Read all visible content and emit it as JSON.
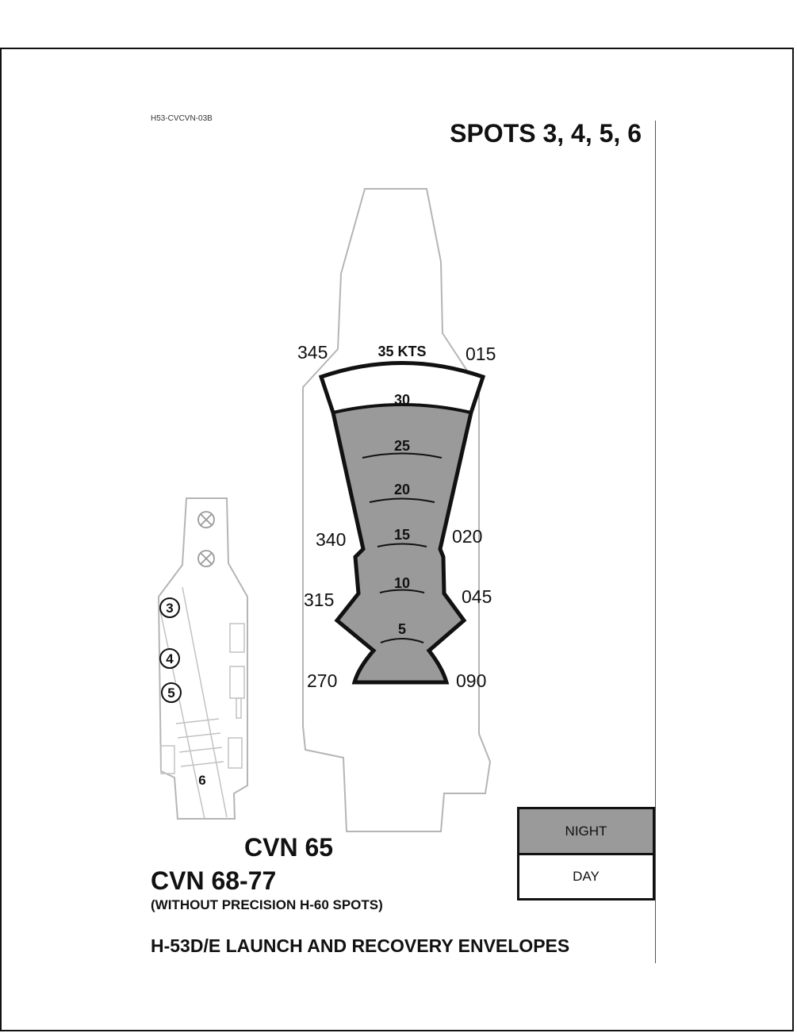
{
  "doc_code": "H53-CVCVN-03B",
  "spots_title": "SPOTS 3, 4, 5, 6",
  "ship_names": {
    "cvn65": "CVN 65",
    "cvn68_77": "CVN 68-77"
  },
  "note": "(WITHOUT PRECISION H-60 SPOTS)",
  "footer_title": "H-53D/E LAUNCH AND RECOVERY ENVELOPES",
  "legend": {
    "night": "NIGHT",
    "day": "DAY",
    "night_color": "#9a9a9a",
    "day_color": "#ffffff"
  },
  "envelope": {
    "speed_top": "35 KTS",
    "speed_arcs": [
      "30",
      "25",
      "20",
      "15",
      "10",
      "5"
    ],
    "bearings": {
      "b345": "345",
      "b015": "015",
      "b340": "340",
      "b020": "020",
      "b315": "315",
      "b045": "045",
      "b270": "270",
      "b090": "090"
    }
  },
  "spots": {
    "s3": "3",
    "s4": "4",
    "s5": "5",
    "s6": "6"
  }
}
